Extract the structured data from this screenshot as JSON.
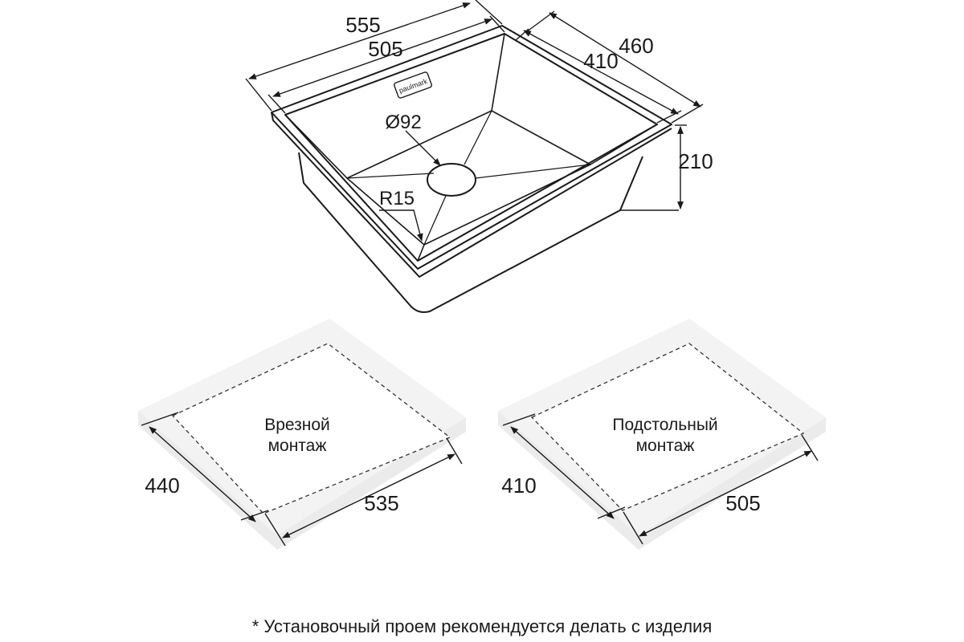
{
  "sink": {
    "brand": "paulmark",
    "dim_outer_width": "555",
    "dim_inner_width": "505",
    "dim_outer_depth": "460",
    "dim_inner_depth": "410",
    "dim_height": "210",
    "dim_drain": "Ø92",
    "dim_radius": "R15"
  },
  "top_mount": {
    "label_line1": "Врезной",
    "label_line2": "монтаж",
    "dim_depth": "440",
    "dim_width": "535"
  },
  "under_mount": {
    "label_line1": "Подстольный",
    "label_line2": "монтаж",
    "dim_depth": "410",
    "dim_width": "505"
  },
  "footnote": "* Установочный проем рекомендуется делать с изделия"
}
